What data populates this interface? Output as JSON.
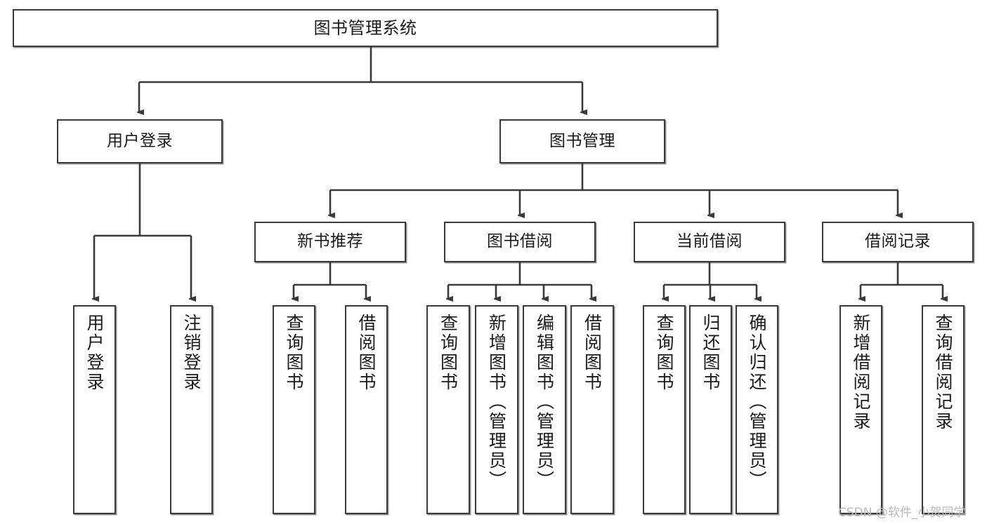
{
  "diagram": {
    "title": "图书管理系统",
    "type": "tree-hierarchy-chart",
    "root": {
      "label": "图书管理系统"
    },
    "level2": [
      {
        "label": "用户登录"
      },
      {
        "label": "图书管理"
      }
    ],
    "level3": [
      {
        "label": "新书推荐"
      },
      {
        "label": "图书借阅"
      },
      {
        "label": "当前借阅"
      },
      {
        "label": "借阅记录"
      }
    ],
    "leaves": {
      "user_login": [
        {
          "label": "用户登录"
        },
        {
          "label": "注销登录"
        }
      ],
      "new_book_recommend": [
        {
          "label": "查询图书"
        },
        {
          "label": "借阅图书"
        }
      ],
      "book_borrow": [
        {
          "label": "查询图书"
        },
        {
          "label": "新增图书（管理员）"
        },
        {
          "label": "编辑图书（管理员）"
        },
        {
          "label": "借阅图书"
        }
      ],
      "current_borrow": [
        {
          "label": "查询图书"
        },
        {
          "label": "归还图书"
        },
        {
          "label": "确认归还（管理员）"
        }
      ],
      "borrow_record": [
        {
          "label": "新增借阅记录"
        },
        {
          "label": "查询借阅记录"
        }
      ]
    },
    "watermark": "CSDN @软件_小贺同学",
    "colors": {
      "stroke": "#3a3a3a",
      "fill": "#ffffff",
      "text": "#1b1b1b",
      "watermark": "#b9b9b9"
    }
  }
}
